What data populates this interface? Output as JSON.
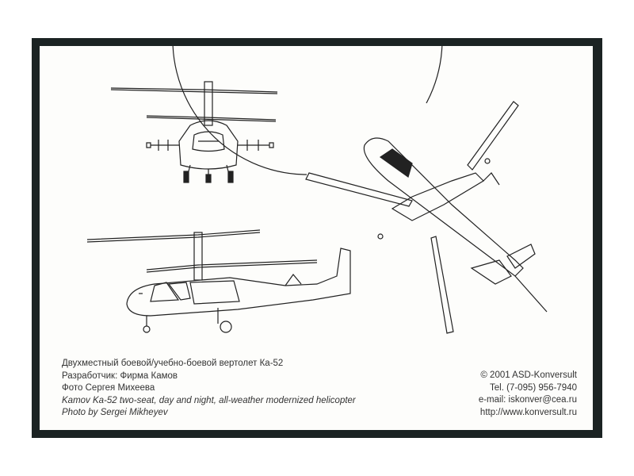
{
  "caption_ru": {
    "line1": "Двухместный боевой/учебно-боевой вертолет Ка-52",
    "line2": "Разработчик: Фирма Камов",
    "line3": "Фото Сергея Михеева"
  },
  "caption_en": {
    "line1": "Kamov Ka-52 two-seat, day and night, all-weather modernized helicopter",
    "line2": "Photo by Sergei Mikheyev"
  },
  "publisher": {
    "copyright": "© 2001 ASD-Konversult",
    "tel": "Tel. (7-095) 956-7940",
    "email": "e-mail: iskonver@cea.ru",
    "url": "http://www.konversult.ru"
  },
  "colors": {
    "border": "#1b2323",
    "paper": "#fdfdfb",
    "ink": "#222222"
  }
}
